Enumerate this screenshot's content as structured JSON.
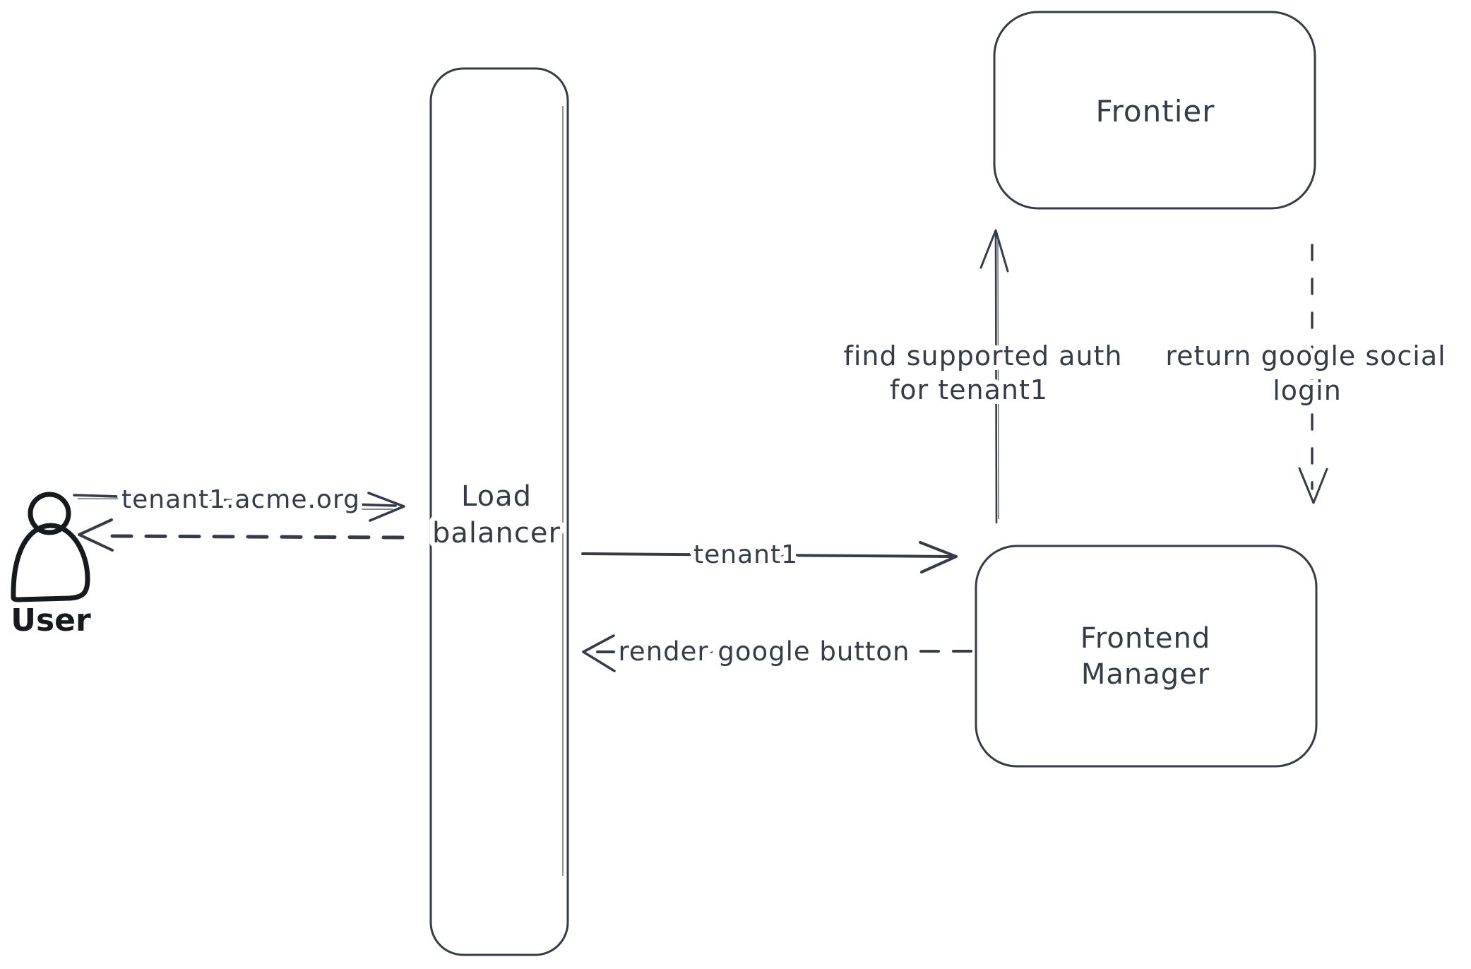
{
  "diagram": {
    "nodes": {
      "user": {
        "label": "User"
      },
      "load_balancer": {
        "line1": "Load",
        "line2": "balancer"
      },
      "frontier": {
        "label": "Frontier"
      },
      "frontend_manager": {
        "line1": "Frontend",
        "line2": "Manager"
      }
    },
    "edges": {
      "user_to_load_balancer": {
        "label": "tenant1.acme.org",
        "from": "User",
        "to": "Load balancer",
        "style": "solid"
      },
      "load_balancer_to_user": {
        "from": "Load balancer",
        "to": "User",
        "style": "dashed"
      },
      "load_balancer_to_frontend_manager": {
        "label": "tenant1",
        "from": "Load balancer",
        "to": "Frontend Manager",
        "style": "solid"
      },
      "frontend_manager_to_load_balancer": {
        "label": "render google button",
        "from": "Frontend Manager",
        "to": "Load balancer",
        "style": "dashed"
      },
      "frontend_manager_to_frontier": {
        "line1": "find supported auth",
        "line2": "for tenant1",
        "from": "Frontend Manager",
        "to": "Frontier",
        "style": "solid"
      },
      "frontier_to_frontend_manager": {
        "line1": "return google social",
        "line2": "login",
        "from": "Frontier",
        "to": "Frontend Manager",
        "style": "dashed"
      }
    },
    "colors": {
      "stroke": "#353c47",
      "user_figure": "#16191d",
      "hatch_fill": "#ccd3da",
      "background": "#ffffff"
    }
  }
}
